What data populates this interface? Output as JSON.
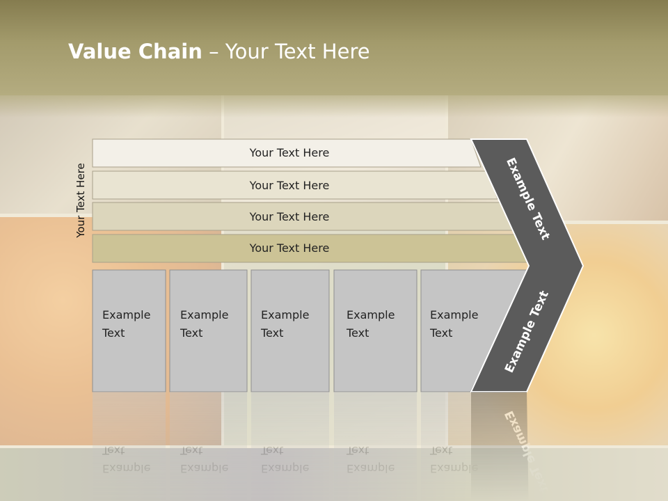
{
  "title": {
    "bold": "Value Chain",
    "rest": " – Your Text Here"
  },
  "side_label": "Your Text Here",
  "bars": [
    "Your Text Here",
    "Your Text Here",
    "Your Text Here",
    "Your Text Here"
  ],
  "boxes": [
    [
      "Example",
      "Text"
    ],
    [
      "Example",
      "Text"
    ],
    [
      "Example",
      "Text"
    ],
    [
      "Example",
      "Text"
    ],
    [
      "Example",
      "Text"
    ]
  ],
  "chevron_top": "Example Text",
  "chevron_bottom": "Example Text",
  "colors": {
    "header": "#a39b6c",
    "bar_fills": [
      "#f3f0e8",
      "#e9e4d2",
      "#dcd6bc",
      "#ccc396"
    ],
    "box_fill": "#c5c5c5",
    "chevron": "#5b5b5b",
    "title_text": "#ffffff"
  }
}
